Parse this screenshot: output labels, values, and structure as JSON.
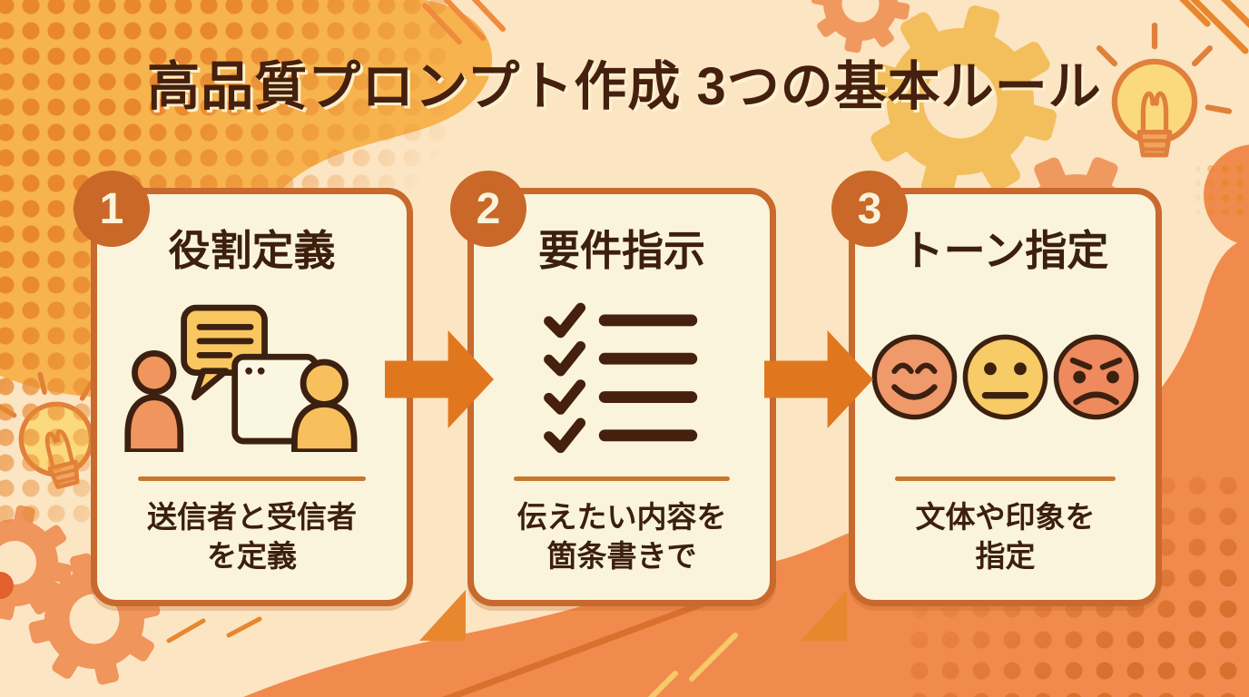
{
  "title": "高品質プロンプト作成 3つの基本ルール",
  "colors": {
    "bg-cream": "#fbe5c3",
    "bg-yellow": "#f6b34e",
    "bg-orange": "#f08b4d",
    "dot-orange": "#e8872e",
    "dot-dark": "#d9702e",
    "card-bg": "#faf4dc",
    "card-border": "#c8692e",
    "badge-bg": "#c96829",
    "badge-text": "#fbf3da",
    "arrow": "#e0771f",
    "title-text": "#45200e",
    "text-dark": "#3c1f0d",
    "divider": "#c8772e"
  },
  "cards": [
    {
      "number": "1",
      "title": "役割定義",
      "icon": "people-chat-icon",
      "description": "送信者と受信者\nを定義"
    },
    {
      "number": "2",
      "title": "要件指示",
      "icon": "checklist-icon",
      "description": "伝えたい内容を\n箇条書きで"
    },
    {
      "number": "3",
      "title": "トーン指定",
      "icon": "tone-faces-icon",
      "description": "文体や印象を\n指定"
    }
  ]
}
